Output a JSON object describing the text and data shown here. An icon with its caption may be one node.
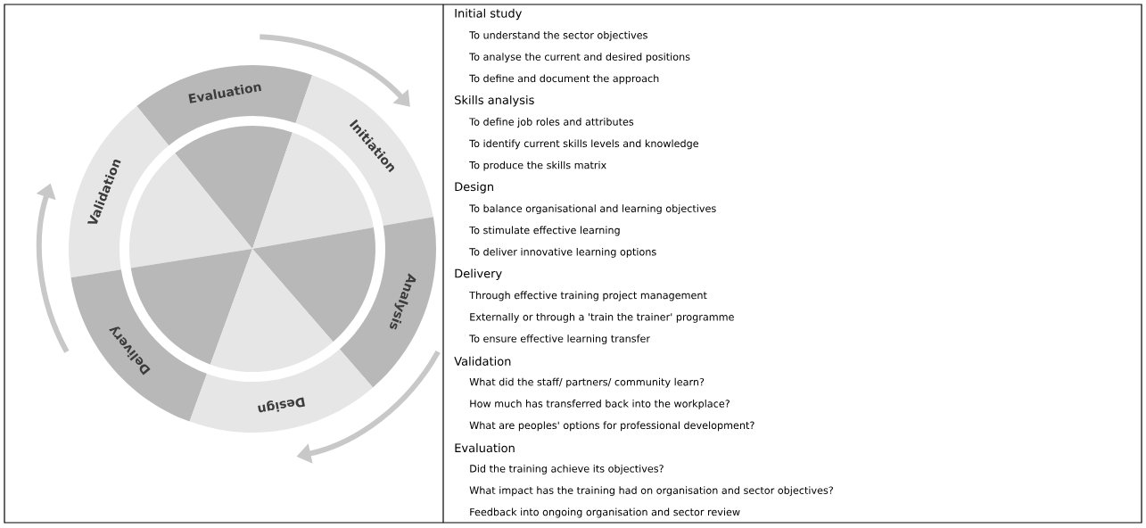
{
  "diagram": {
    "nodes": [
      {
        "text": [
          "Evaluation"
        ]
      },
      {
        "text": [
          "Initiation"
        ]
      },
      {
        "text": [
          "Validation"
        ]
      },
      {
        "text": [
          "Analysis"
        ]
      },
      {
        "text": [
          "Delivery"
        ]
      },
      {
        "text": [
          "Design"
        ]
      }
    ],
    "labels": [
      "Initial study",
      "To understand the sector objectives",
      "To analyse the current and desired positions",
      "To define and document the approach",
      "Skills analysis",
      "To define job roles and attributes",
      "To identify current skills levels and knowledge",
      "To produce the skills matrix",
      "Design",
      "To balance organisational and learning objectives",
      "To stimulate effective learning",
      "To deliver innovative learning options",
      "Delivery",
      "Through effective training project management",
      "Externally or through a 'train the trainer' programme",
      "To ensure effective learning transfer",
      "Validation",
      "What did the staff/ partners/ community learn?",
      "How much has transferred back into the workplace?",
      "What are peoples' options for professional development?",
      "Evaluation",
      "Did the training achieve its objectives?",
      "What impact has the training had on organisation and sector objectives?",
      "Feedback into ongoing organisation and sector review"
    ]
  }
}
